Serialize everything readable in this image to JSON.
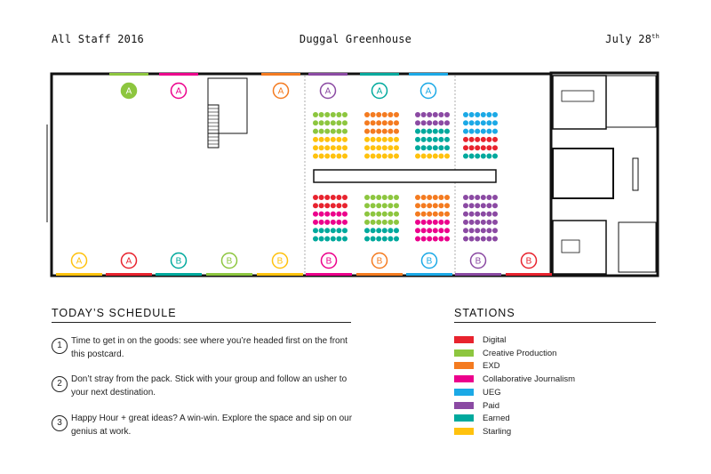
{
  "header": {
    "left": "All Staff 2016",
    "center": "Duggal Greenhouse",
    "right_date": "July 28",
    "right_suffix": "th"
  },
  "colors": {
    "digital": "#e8232e",
    "creative_production": "#8dc63f",
    "exd": "#f47b20",
    "collab_journalism": "#ec008c",
    "ueg": "#1ba9e6",
    "paid": "#8b4aa3",
    "earned": "#00a99d",
    "starling": "#ffc20e"
  },
  "floorplan": {
    "top_markers": [
      {
        "letter": "A",
        "color": "creative_production"
      },
      {
        "letter": "A",
        "color": "collab_journalism"
      },
      {
        "letter": "A",
        "color": "exd"
      },
      {
        "letter": "A",
        "color": "paid"
      },
      {
        "letter": "A",
        "color": "earned"
      },
      {
        "letter": "A",
        "color": "ueg"
      }
    ],
    "bottom_markers": [
      {
        "letter": "A",
        "color": "starling"
      },
      {
        "letter": "A",
        "color": "digital"
      },
      {
        "letter": "B",
        "color": "earned"
      },
      {
        "letter": "B",
        "color": "creative_production"
      },
      {
        "letter": "B",
        "color": "starling"
      },
      {
        "letter": "B",
        "color": "collab_journalism"
      },
      {
        "letter": "B",
        "color": "exd"
      },
      {
        "letter": "B",
        "color": "ueg"
      },
      {
        "letter": "B",
        "color": "paid"
      },
      {
        "letter": "B",
        "color": "digital"
      }
    ],
    "seat_blocks_top": [
      [
        "creative_production",
        "creative_production",
        "creative_production",
        "starling",
        "starling",
        "starling"
      ],
      [
        "exd",
        "exd",
        "exd",
        "starling",
        "starling",
        "starling"
      ],
      [
        "paid",
        "paid",
        "earned",
        "earned",
        "earned",
        "starling"
      ],
      [
        "ueg",
        "ueg",
        "ueg",
        "digital",
        "digital",
        "earned"
      ]
    ],
    "seat_blocks_bottom": [
      [
        "digital",
        "digital",
        "collab_journalism",
        "collab_journalism",
        "earned",
        "earned"
      ],
      [
        "creative_production",
        "creative_production",
        "creative_production",
        "creative_production",
        "earned",
        "earned"
      ],
      [
        "exd",
        "exd",
        "exd",
        "collab_journalism",
        "collab_journalism",
        "collab_journalism"
      ],
      [
        "paid",
        "paid",
        "paid",
        "paid",
        "paid",
        "paid"
      ]
    ]
  },
  "schedule": {
    "title": "TODAY’S SCHEDULE",
    "steps": [
      {
        "num": "1",
        "text": "Time to get in on the goods: see where you’re headed first on the front this postcard."
      },
      {
        "num": "2",
        "text": "Don’t stray from the pack. Stick with your group and follow an usher to your next destination."
      },
      {
        "num": "3",
        "text": "Happy Hour + great ideas? A win-win. Explore the space and sip on our genius at work."
      }
    ]
  },
  "stations": {
    "title": "STATIONS",
    "items": [
      {
        "label": "Digital",
        "color": "#e8232e"
      },
      {
        "label": "Creative Production",
        "color": "#8dc63f"
      },
      {
        "label": "EXD",
        "color": "#f47b20"
      },
      {
        "label": "Collaborative Journalism",
        "color": "#ec008c"
      },
      {
        "label": "UEG",
        "color": "#1ba9e6"
      },
      {
        "label": "Paid",
        "color": "#8b4aa3"
      },
      {
        "label": "Earned",
        "color": "#00a99d"
      },
      {
        "label": "Starling",
        "color": "#ffc20e"
      }
    ]
  }
}
